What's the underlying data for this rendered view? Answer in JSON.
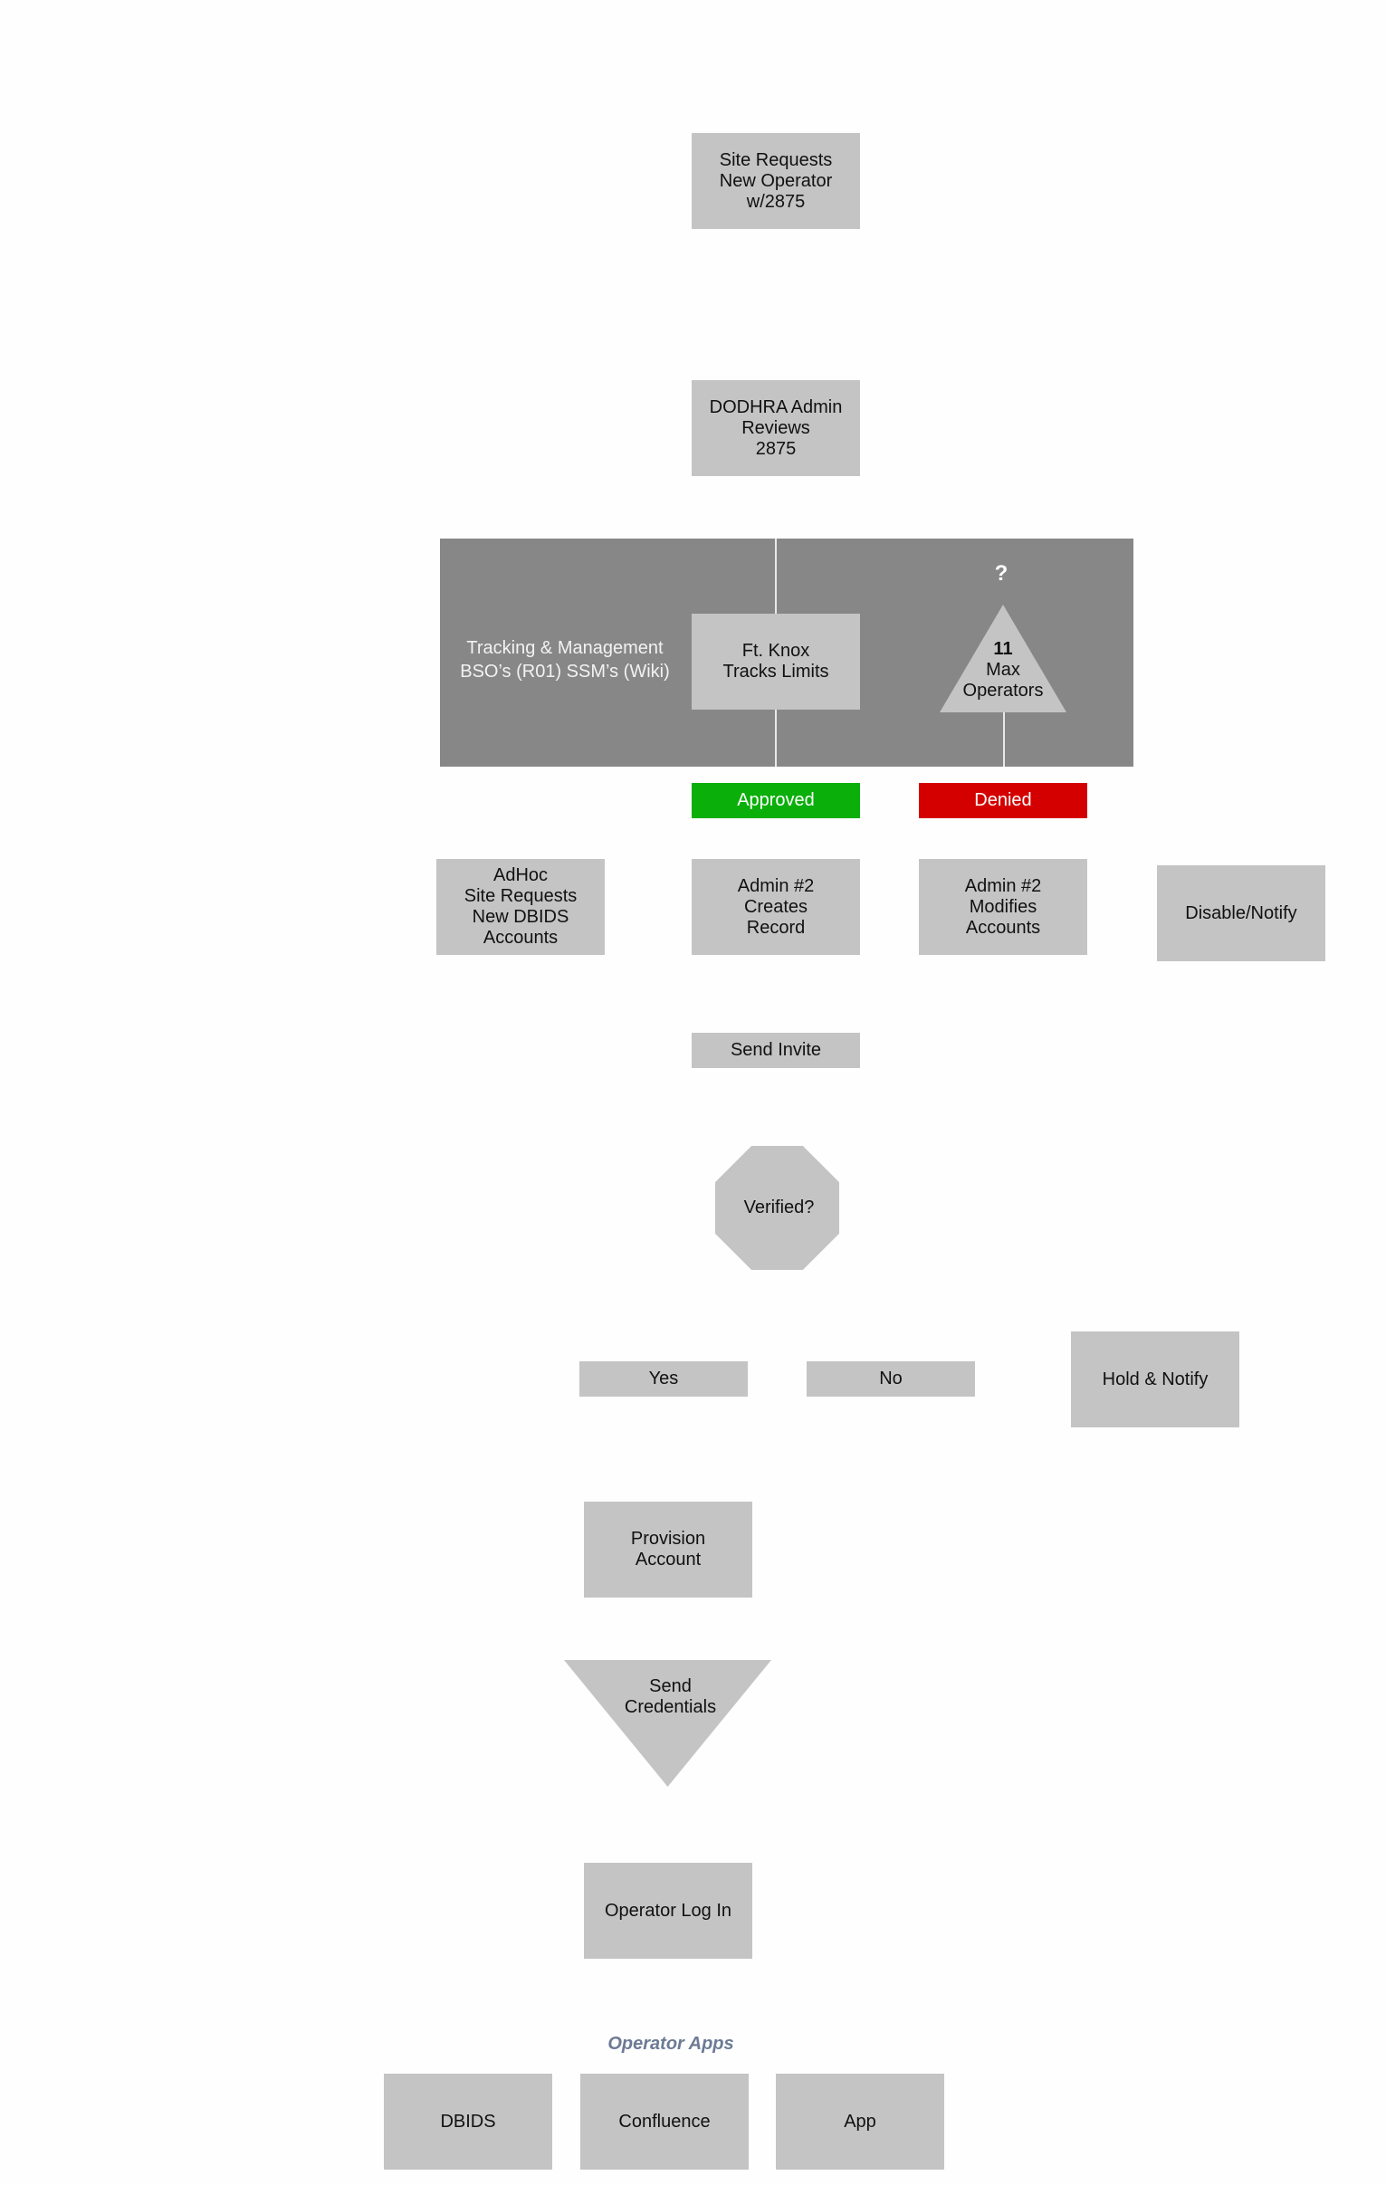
{
  "nodes": {
    "site_request": [
      "Site Requests",
      "New Operator",
      "w/2875"
    ],
    "dodhra_review": [
      "DODHRA Admin",
      "Reviews",
      "2875"
    ],
    "tracking": [
      "Tracking & Management",
      "BSO’s (R01) SSM’s (Wiki)"
    ],
    "ft_knox": [
      "Ft. Knox",
      "Tracks Limits"
    ],
    "question": "?",
    "max_ops_number": "11",
    "max_ops_label": [
      "Max",
      "Operators"
    ],
    "approved": "Approved",
    "denied": "Denied",
    "adhoc": [
      "AdHoc",
      "Site Requests",
      "New DBIDS",
      "Accounts"
    ],
    "admin_creates": [
      "Admin #2",
      "Creates",
      "Record"
    ],
    "admin_modifies": [
      "Admin #2",
      "Modifies",
      "Accounts"
    ],
    "disable_notify": "Disable/Notify",
    "send_invite": "Send Invite",
    "verified": "Verified?",
    "yes": "Yes",
    "no": "No",
    "hold_notify": "Hold & Notify",
    "provision": [
      "Provision",
      "Account"
    ],
    "send_credentials": [
      "Send",
      "Credentials"
    ],
    "operator_login": "Operator Log In"
  },
  "operator_apps": {
    "title": "Operator Apps",
    "items": [
      "DBIDS",
      "Confluence",
      "App"
    ]
  },
  "colors": {
    "node": "#c4c4c4",
    "panel": "#878787",
    "approved": "#0aaf0a",
    "denied": "#d40000",
    "apps_title": "#6c7a95"
  }
}
